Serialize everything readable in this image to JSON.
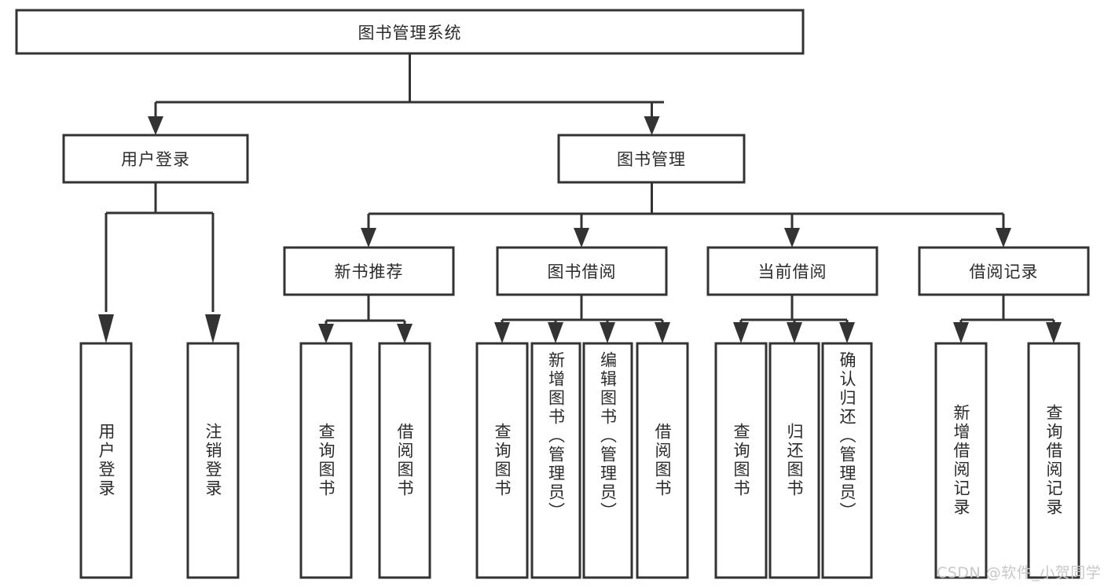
{
  "diagram": {
    "type": "tree-hierarchy",
    "title": "图书管理系统",
    "root": {
      "id": "root",
      "label": "图书管理系统",
      "orientation": "horizontal"
    },
    "level1": [
      {
        "id": "user-login",
        "label": "用户登录",
        "orientation": "horizontal"
      },
      {
        "id": "book-management",
        "label": "图书管理",
        "orientation": "horizontal"
      }
    ],
    "level2": [
      {
        "id": "new-book-recommend",
        "label": "新书推荐",
        "parent": "book-management",
        "orientation": "horizontal"
      },
      {
        "id": "book-borrow",
        "label": "图书借阅",
        "parent": "book-management",
        "orientation": "horizontal"
      },
      {
        "id": "current-borrow",
        "label": "当前借阅",
        "parent": "book-management",
        "orientation": "horizontal"
      },
      {
        "id": "borrow-record",
        "label": "借阅记录",
        "parent": "book-management",
        "orientation": "horizontal"
      }
    ],
    "leaves": [
      {
        "id": "leaf-user-login",
        "label": "用户登录",
        "parent": "user-login",
        "orientation": "vertical"
      },
      {
        "id": "leaf-user-logout",
        "label": "注销登录",
        "parent": "user-login",
        "orientation": "vertical"
      },
      {
        "id": "leaf-query-book-1",
        "label": "查询图书",
        "parent": "new-book-recommend",
        "orientation": "vertical"
      },
      {
        "id": "leaf-borrow-book-1",
        "label": "借阅图书",
        "parent": "new-book-recommend",
        "orientation": "vertical"
      },
      {
        "id": "leaf-query-book-2",
        "label": "查询图书",
        "parent": "book-borrow",
        "orientation": "vertical"
      },
      {
        "id": "leaf-add-book",
        "label": "新增图书（管理员）",
        "parent": "book-borrow",
        "orientation": "vertical"
      },
      {
        "id": "leaf-edit-book",
        "label": "编辑图书（管理员）",
        "parent": "book-borrow",
        "orientation": "vertical"
      },
      {
        "id": "leaf-borrow-book-2",
        "label": "借阅图书",
        "parent": "book-borrow",
        "orientation": "vertical"
      },
      {
        "id": "leaf-query-book-3",
        "label": "查询图书",
        "parent": "current-borrow",
        "orientation": "vertical"
      },
      {
        "id": "leaf-return-book",
        "label": "归还图书",
        "parent": "current-borrow",
        "orientation": "vertical"
      },
      {
        "id": "leaf-confirm-return",
        "label": "确认归还（管理员）",
        "parent": "current-borrow",
        "orientation": "vertical"
      },
      {
        "id": "leaf-add-record",
        "label": "新增借阅记录",
        "parent": "borrow-record",
        "orientation": "vertical"
      },
      {
        "id": "leaf-query-record",
        "label": "查询借阅记录",
        "parent": "borrow-record",
        "orientation": "vertical"
      }
    ],
    "colors": {
      "box_stroke": "#333333",
      "box_fill": "#ffffff",
      "text": "#2b2b2b",
      "connector": "#333333",
      "background": "#ffffff",
      "watermark": "#c8c8c8"
    }
  },
  "watermark": {
    "text": "CSDN @软件_小贺同学"
  }
}
